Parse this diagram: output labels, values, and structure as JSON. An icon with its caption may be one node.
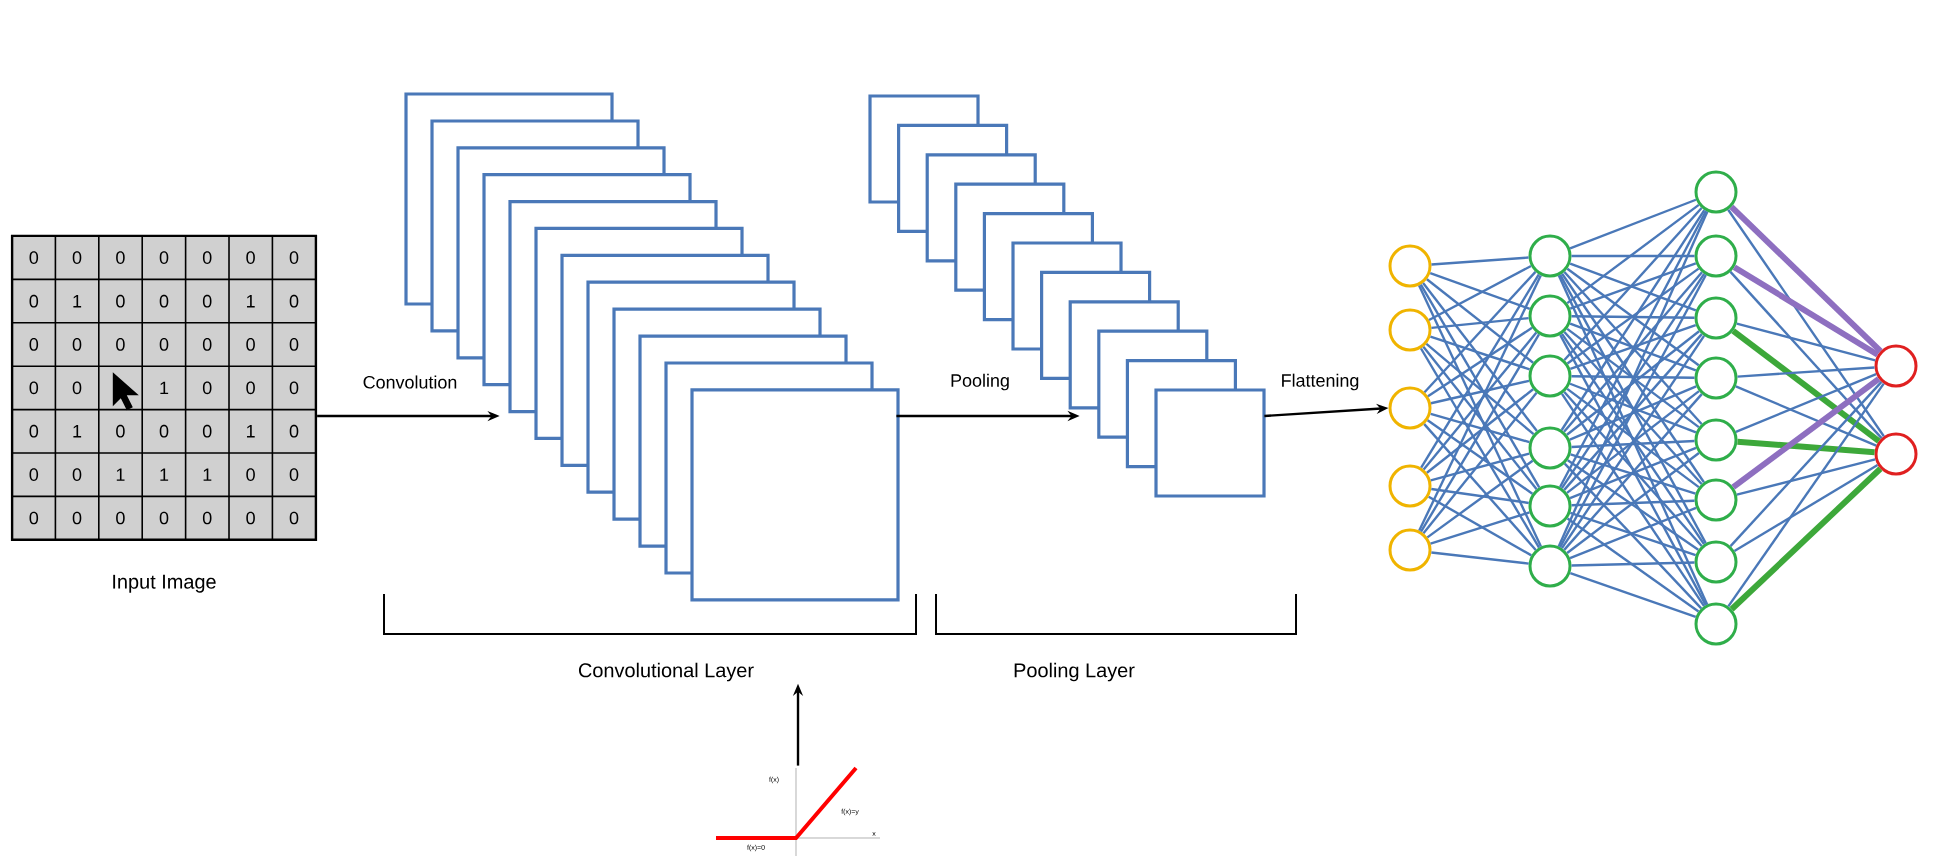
{
  "diagram": {
    "nodes": [
      {
        "text": [
          "Input Image"
        ]
      },
      {
        "text": [],
        "shape": "box"
      },
      {
        "text": [],
        "shape": "box"
      },
      {
        "text": [
          "Convolutional Layer"
        ]
      },
      {
        "text": [
          "f(x)",
          "f(x)=y",
          "f(x)=0",
          "x"
        ]
      },
      {
        "text": [],
        "shape": "circle"
      },
      {
        "text": [],
        "shape": "circle"
      },
      {
        "text": [],
        "shape": "circle"
      },
      {
        "text": [],
        "shape": "circle"
      },
      {
        "text": [],
        "shape": "circle"
      },
      {
        "text": [],
        "shape": "circle"
      },
      {
        "text": [],
        "shape": "circle"
      },
      {
        "text": [],
        "shape": "circle"
      },
      {
        "text": [],
        "shape": "circle"
      },
      {
        "text": [],
        "shape": "circle"
      },
      {
        "text": [],
        "shape": "circle"
      },
      {
        "text": [],
        "shape": "circle"
      },
      {
        "text": [],
        "shape": "circle"
      },
      {
        "text": [],
        "shape": "circle"
      },
      {
        "text": [],
        "shape": "circle"
      },
      {
        "text": [],
        "shape": "circle"
      },
      {
        "text": [],
        "shape": "circle"
      },
      {
        "text": [],
        "shape": "circle"
      },
      {
        "text": [],
        "shape": "circle"
      },
      {
        "text": [],
        "shape": "circle"
      },
      {
        "text": [],
        "shape": "circle"
      }
    ],
    "edges": [
      {
        "from": 0,
        "to": 1,
        "arrow": "to",
        "label": "Convolution",
        "color": "#000000"
      },
      {
        "from": 1,
        "to": 2,
        "arrow": "to",
        "label": "Pooling",
        "color": "#000000"
      },
      {
        "from": 2,
        "to": 7,
        "arrow": "to",
        "label": "Flattening",
        "color": "#000000"
      },
      {
        "from": 4,
        "to": 3,
        "arrow": "to",
        "color": "#000000"
      },
      {
        "from": 5,
        "to": 10,
        "arrow": "none"
      },
      {
        "from": 5,
        "to": 11,
        "arrow": "none"
      },
      {
        "from": 5,
        "to": 12,
        "arrow": "none"
      },
      {
        "from": 5,
        "to": 13,
        "arrow": "none"
      },
      {
        "from": 5,
        "to": 14,
        "arrow": "none"
      },
      {
        "from": 5,
        "to": 15,
        "arrow": "none"
      },
      {
        "from": 6,
        "to": 10,
        "arrow": "none"
      },
      {
        "from": 6,
        "to": 11,
        "arrow": "none"
      },
      {
        "from": 6,
        "to": 12,
        "arrow": "none"
      },
      {
        "from": 6,
        "to": 13,
        "arrow": "none"
      },
      {
        "from": 6,
        "to": 14,
        "arrow": "none"
      },
      {
        "from": 6,
        "to": 15,
        "arrow": "none"
      },
      {
        "from": 7,
        "to": 10,
        "arrow": "none"
      },
      {
        "from": 7,
        "to": 11,
        "arrow": "none"
      },
      {
        "from": 7,
        "to": 12,
        "arrow": "none"
      },
      {
        "from": 7,
        "to": 13,
        "arrow": "none"
      },
      {
        "from": 7,
        "to": 14,
        "arrow": "none"
      },
      {
        "from": 7,
        "to": 15,
        "arrow": "none"
      },
      {
        "from": 8,
        "to": 10,
        "arrow": "none"
      },
      {
        "from": 8,
        "to": 11,
        "arrow": "none"
      },
      {
        "from": 8,
        "to": 12,
        "arrow": "none"
      },
      {
        "from": 8,
        "to": 13,
        "arrow": "none"
      },
      {
        "from": 8,
        "to": 14,
        "arrow": "none"
      },
      {
        "from": 8,
        "to": 15,
        "arrow": "none"
      },
      {
        "from": 9,
        "to": 10,
        "arrow": "none"
      },
      {
        "from": 9,
        "to": 11,
        "arrow": "none"
      },
      {
        "from": 9,
        "to": 12,
        "arrow": "none"
      },
      {
        "from": 9,
        "to": 13,
        "arrow": "none"
      },
      {
        "from": 9,
        "to": 14,
        "arrow": "none"
      },
      {
        "from": 9,
        "to": 15,
        "arrow": "none"
      },
      {
        "from": 10,
        "to": 16,
        "arrow": "none"
      },
      {
        "from": 10,
        "to": 17,
        "arrow": "none"
      },
      {
        "from": 10,
        "to": 18,
        "arrow": "none"
      },
      {
        "from": 10,
        "to": 19,
        "arrow": "none"
      },
      {
        "from": 10,
        "to": 20,
        "arrow": "none"
      },
      {
        "from": 10,
        "to": 21,
        "arrow": "none"
      },
      {
        "from": 10,
        "to": 22,
        "arrow": "none"
      },
      {
        "from": 10,
        "to": 23,
        "arrow": "none"
      },
      {
        "from": 11,
        "to": 16,
        "arrow": "none"
      },
      {
        "from": 11,
        "to": 17,
        "arrow": "none"
      },
      {
        "from": 11,
        "to": 18,
        "arrow": "none"
      },
      {
        "from": 11,
        "to": 19,
        "arrow": "none"
      },
      {
        "from": 11,
        "to": 20,
        "arrow": "none"
      },
      {
        "from": 11,
        "to": 21,
        "arrow": "none"
      },
      {
        "from": 11,
        "to": 22,
        "arrow": "none"
      },
      {
        "from": 11,
        "to": 23,
        "arrow": "none"
      },
      {
        "from": 12,
        "to": 16,
        "arrow": "none"
      },
      {
        "from": 12,
        "to": 17,
        "arrow": "none"
      },
      {
        "from": 12,
        "to": 18,
        "arrow": "none"
      },
      {
        "from": 12,
        "to": 19,
        "arrow": "none"
      },
      {
        "from": 12,
        "to": 20,
        "arrow": "none"
      },
      {
        "from": 12,
        "to": 21,
        "arrow": "none"
      },
      {
        "from": 12,
        "to": 22,
        "arrow": "none"
      },
      {
        "from": 12,
        "to": 23,
        "arrow": "none"
      },
      {
        "from": 13,
        "to": 16,
        "arrow": "none"
      },
      {
        "from": 13,
        "to": 17,
        "arrow": "none"
      },
      {
        "from": 13,
        "to": 18,
        "arrow": "none"
      },
      {
        "from": 13,
        "to": 19,
        "arrow": "none"
      },
      {
        "from": 13,
        "to": 20,
        "arrow": "none"
      },
      {
        "from": 13,
        "to": 21,
        "arrow": "none"
      },
      {
        "from": 13,
        "to": 22,
        "arrow": "none"
      },
      {
        "from": 13,
        "to": 23,
        "arrow": "none"
      },
      {
        "from": 14,
        "to": 16,
        "arrow": "none"
      },
      {
        "from": 14,
        "to": 17,
        "arrow": "none"
      },
      {
        "from": 14,
        "to": 18,
        "arrow": "none"
      },
      {
        "from": 14,
        "to": 19,
        "arrow": "none"
      },
      {
        "from": 14,
        "to": 20,
        "arrow": "none"
      },
      {
        "from": 14,
        "to": 21,
        "arrow": "none"
      },
      {
        "from": 14,
        "to": 22,
        "arrow": "none"
      },
      {
        "from": 14,
        "to": 23,
        "arrow": "none"
      },
      {
        "from": 15,
        "to": 16,
        "arrow": "none"
      },
      {
        "from": 15,
        "to": 17,
        "arrow": "none"
      },
      {
        "from": 15,
        "to": 18,
        "arrow": "none"
      },
      {
        "from": 15,
        "to": 19,
        "arrow": "none"
      },
      {
        "from": 15,
        "to": 20,
        "arrow": "none"
      },
      {
        "from": 15,
        "to": 21,
        "arrow": "none"
      },
      {
        "from": 15,
        "to": 22,
        "arrow": "none"
      },
      {
        "from": 15,
        "to": 23,
        "arrow": "none"
      },
      {
        "from": 16,
        "to": 24,
        "arrow": "none",
        "style": "thick",
        "color": "#8e6fc0"
      },
      {
        "from": 16,
        "to": 25,
        "arrow": "none"
      },
      {
        "from": 17,
        "to": 24,
        "arrow": "none",
        "style": "thick",
        "color": "#8e6fc0"
      },
      {
        "from": 17,
        "to": 25,
        "arrow": "none"
      },
      {
        "from": 18,
        "to": 24,
        "arrow": "none"
      },
      {
        "from": 18,
        "to": 25,
        "arrow": "none",
        "style": "thick",
        "color": "#3da83a"
      },
      {
        "from": 19,
        "to": 24,
        "arrow": "none"
      },
      {
        "from": 19,
        "to": 25,
        "arrow": "none"
      },
      {
        "from": 20,
        "to": 24,
        "arrow": "none"
      },
      {
        "from": 20,
        "to": 25,
        "arrow": "none",
        "style": "thick",
        "color": "#3da83a"
      },
      {
        "from": 21,
        "to": 24,
        "arrow": "none",
        "style": "thick",
        "color": "#8e6fc0"
      },
      {
        "from": 21,
        "to": 25,
        "arrow": "none"
      },
      {
        "from": 22,
        "to": 24,
        "arrow": "none"
      },
      {
        "from": 22,
        "to": 25,
        "arrow": "none"
      },
      {
        "from": 23,
        "to": 24,
        "arrow": "none"
      },
      {
        "from": 23,
        "to": 25,
        "arrow": "none",
        "style": "thick",
        "color": "#3da83a"
      }
    ],
    "labels": [
      "0",
      "0",
      "0",
      "0",
      "0",
      "0",
      "0",
      "0",
      "1",
      "0",
      "0",
      "0",
      "1",
      "0",
      "0",
      "0",
      "0",
      "0",
      "0",
      "0",
      "0",
      "0",
      "0",
      "1",
      "0",
      "0",
      "0",
      "0",
      "1",
      "0",
      "0",
      "0",
      "1",
      "0",
      "0",
      "0",
      "1",
      "1",
      "1",
      "0",
      "0",
      "0",
      "0",
      "0",
      "0",
      "0",
      "0",
      "0",
      "Pooling Layer"
    ]
  }
}
